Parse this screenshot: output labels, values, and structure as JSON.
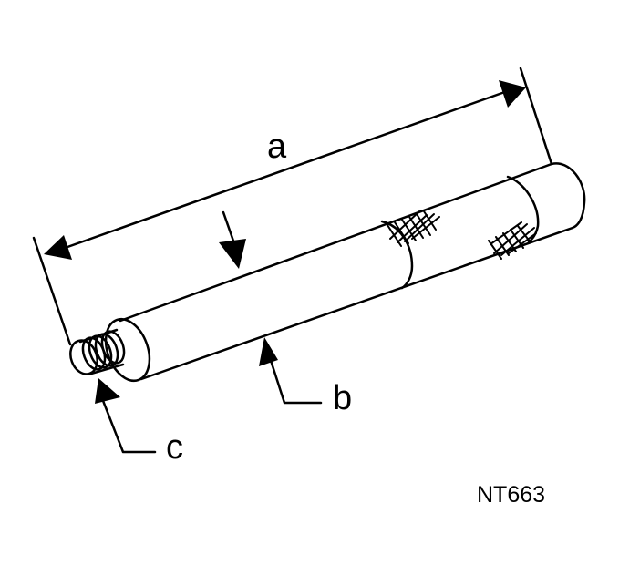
{
  "diagram": {
    "subject": "threaded cylindrical shaft / pin with dimension callouts",
    "labels": {
      "a": "a",
      "b": "b",
      "c": "c"
    },
    "callouts": [
      {
        "id": "a",
        "meaning": "overall length dimension (double-headed arrow)"
      },
      {
        "id": "b",
        "meaning": "shaft body outer diameter (arrow pointing to lower edge)"
      },
      {
        "id": "c",
        "meaning": "threaded end (arrow pointing to thread)"
      }
    ],
    "figure_code": "NT663",
    "colors": {
      "ink": "#000000",
      "background": "#ffffff"
    }
  }
}
